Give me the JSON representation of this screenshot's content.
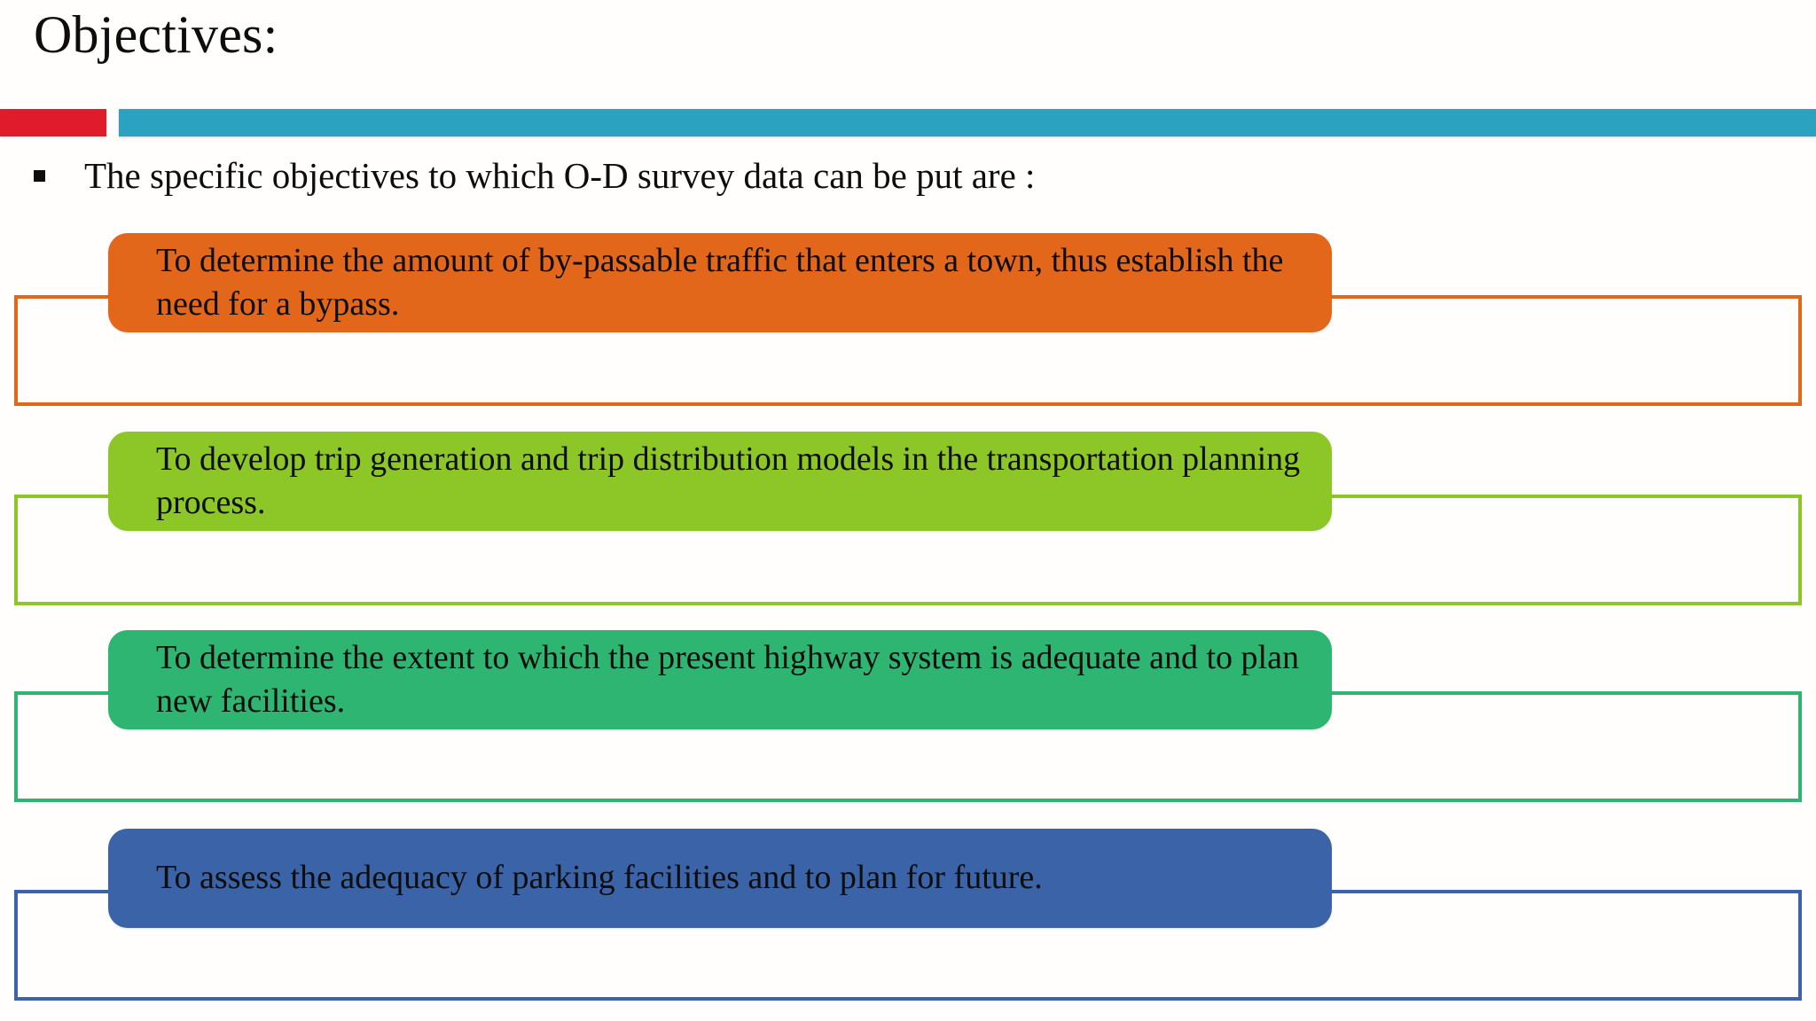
{
  "slide": {
    "title": "Objectives:",
    "accent_bars": {
      "left_color": "#e01b2c",
      "right_color": "#2ba3c0"
    },
    "bullet": {
      "marker": "square-bullet-icon",
      "text": "The specific objectives to which O-D survey data can be put are :"
    },
    "objectives": [
      {
        "text": "To determine the amount of by-passable traffic that enters a town, thus establish the need for a bypass.",
        "color": "#e2671b"
      },
      {
        "text": "To develop trip generation and trip distribution models in the transportation planning process.",
        "color": "#8cc627"
      },
      {
        "text": "To determine the extent to which the present highway system is adequate and to plan new facilities.",
        "color": "#2fb572"
      },
      {
        "text": "To assess the adequacy of parking facilities and to plan for future.",
        "color": "#3b64a8"
      }
    ]
  }
}
